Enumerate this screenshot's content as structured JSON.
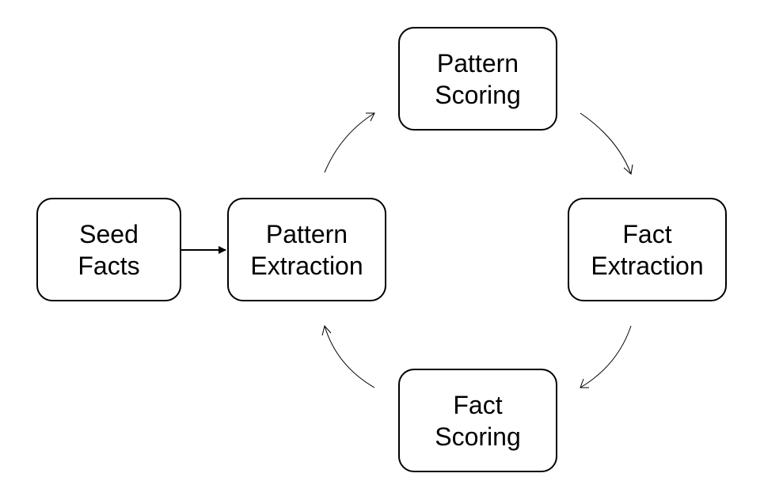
{
  "diagram": {
    "nodes": {
      "seed_facts": {
        "line1": "Seed",
        "line2": "Facts"
      },
      "pattern_extraction": {
        "line1": "Pattern",
        "line2": "Extraction"
      },
      "pattern_scoring": {
        "line1": "Pattern",
        "line2": "Scoring"
      },
      "fact_extraction": {
        "line1": "Fact",
        "line2": "Extraction"
      },
      "fact_scoring": {
        "line1": "Fact",
        "line2": "Scoring"
      }
    },
    "edges": [
      {
        "from": "seed_facts",
        "to": "pattern_extraction"
      },
      {
        "from": "pattern_extraction",
        "to": "pattern_scoring"
      },
      {
        "from": "pattern_scoring",
        "to": "fact_extraction"
      },
      {
        "from": "fact_extraction",
        "to": "fact_scoring"
      },
      {
        "from": "fact_scoring",
        "to": "pattern_extraction"
      }
    ],
    "colors": {
      "box_border": "#000000",
      "text": "#000000",
      "arrow": "#000000",
      "background": "#ffffff"
    }
  }
}
